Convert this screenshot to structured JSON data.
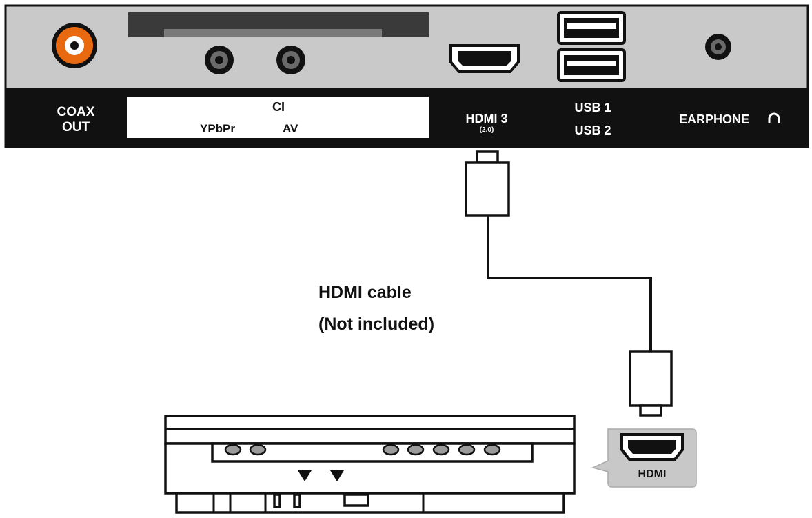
{
  "panel": {
    "labels": {
      "coax_line1": "COAX",
      "coax_line2": "OUT",
      "ci": "CI",
      "ypbpr": "YPbPr",
      "av": "AV",
      "hdmi3": "HDMI 3",
      "hdmi3_version": "(2.0)",
      "usb1": "USB 1",
      "usb2": "USB 2",
      "earphone": "EARPHONE"
    }
  },
  "cable": {
    "caption_line1": "HDMI cable",
    "caption_line2": "(Not included)"
  },
  "device": {
    "port_label": "HDMI"
  },
  "icons": {
    "earphone": "headphone-icon",
    "device_arrows": "triangle-down-icon"
  },
  "colors": {
    "panel_gray": "#c9c9c9",
    "label_bar": "#111111",
    "coax_orange": "#e8690f",
    "line": "#111111",
    "callout_gray": "#c8c8c8"
  }
}
